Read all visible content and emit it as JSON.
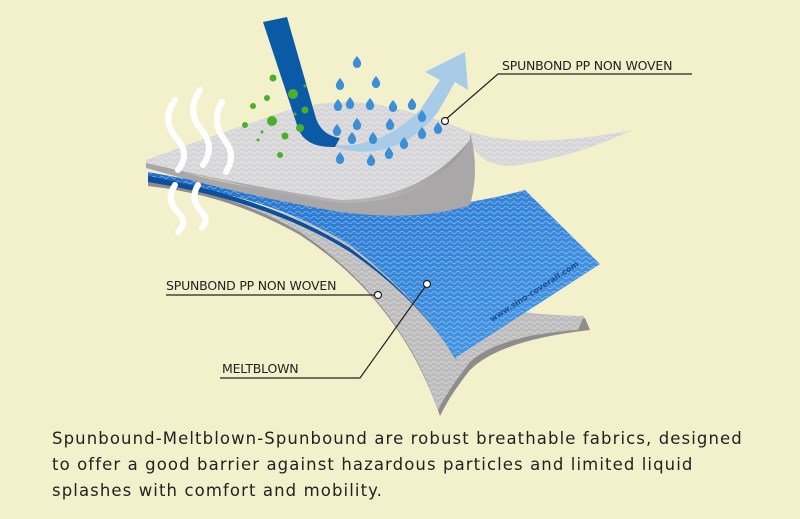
{
  "labels": {
    "top_layer": "SPUNBOND PP NON WOVEN",
    "bottom_layer": "SPUNBOND PP NON WOVEN",
    "middle_layer": "MELTBLOWN"
  },
  "watermark": "www.sino-coverall.com",
  "caption": {
    "line1": "Spunbound-Meltblown-Spunbound are robust breathable fabrics, designed",
    "line2": "to offer a good barrier against hazardous particles and limited liquid",
    "line3": "splashes with comfort and mobility."
  },
  "colors": {
    "background": "#f3f1cc",
    "meltblown_blue": "#2f7fd6",
    "arrow_dark_blue": "#0b5aa6",
    "arrow_light_blue": "#a8cbe8",
    "particles_green": "#4caf2a"
  }
}
